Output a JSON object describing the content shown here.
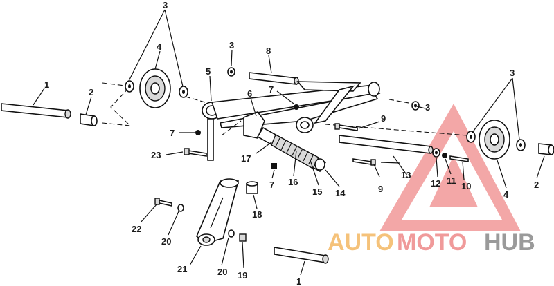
{
  "diagram": {
    "callouts": {
      "c1_left": "1",
      "c1_bottom": "1",
      "c2_left": "2",
      "c2_right": "2",
      "c3_top_left": "3",
      "c3_top_mid": "3",
      "c3_mid_right": "3",
      "c3_top_right": "3",
      "c4_left": "4",
      "c4_right": "4",
      "c5": "5",
      "c6": "6",
      "c7_upper": "7",
      "c7_left": "7",
      "c7_lower": "7",
      "c8": "8",
      "c9_upper": "9",
      "c9_lower": "9",
      "c10": "10",
      "c11": "11",
      "c12": "12",
      "c13": "13",
      "c14": "14",
      "c15": "15",
      "c16": "16",
      "c17": "17",
      "c18": "18",
      "c19": "19",
      "c20_upper": "20",
      "c20_lower": "20",
      "c21": "21",
      "c22": "22",
      "c23": "23"
    }
  },
  "watermark": {
    "brand_auto": "AUTO",
    "brand_moto": "MOTO",
    "brand_hub": "HUB",
    "color_triangle": "#f08a8a",
    "color_auto": "#f5c27a",
    "color_moto": "#f09a9a",
    "color_hub": "#9a9a9a"
  }
}
